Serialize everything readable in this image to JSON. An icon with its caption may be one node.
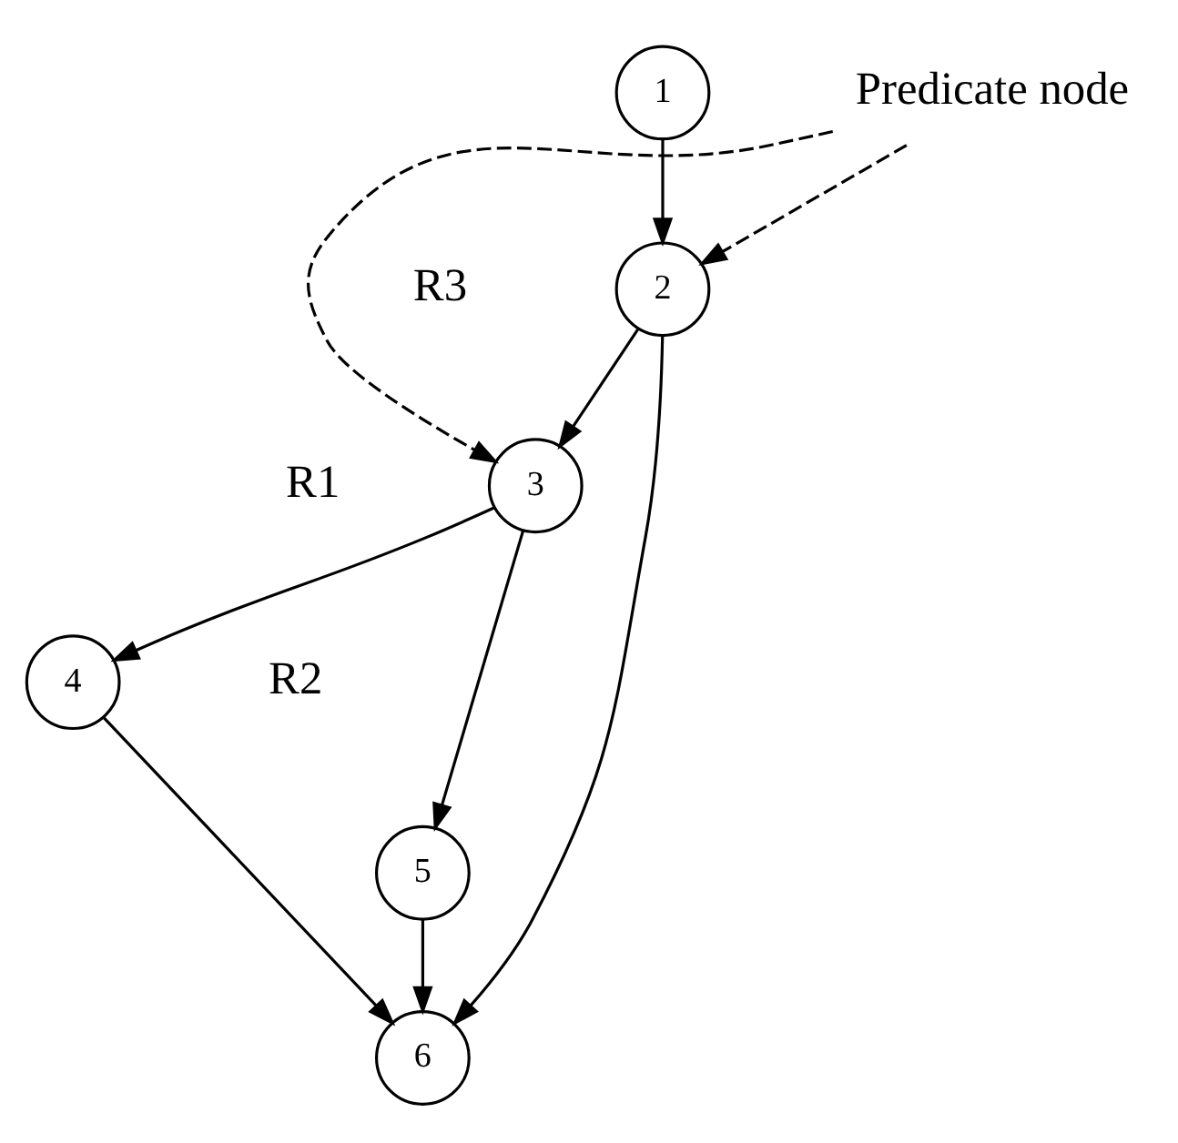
{
  "diagram": {
    "nodes": [
      {
        "text": [
          "1"
        ]
      },
      {
        "text": [
          "2"
        ]
      },
      {
        "text": [
          "3"
        ]
      },
      {
        "text": [
          "4"
        ]
      },
      {
        "text": [
          "5"
        ]
      },
      {
        "text": [
          "6"
        ]
      },
      {
        "text": [
          "Predicate node"
        ]
      }
    ],
    "edges": [
      {
        "from": 0,
        "to": 1,
        "arrow": "to"
      },
      {
        "from": 1,
        "to": 2,
        "arrow": "to"
      },
      {
        "from": 1,
        "to": 5,
        "arrow": "to"
      },
      {
        "from": 2,
        "to": 3,
        "arrow": "to"
      },
      {
        "from": 2,
        "to": 4,
        "arrow": "to"
      },
      {
        "from": 3,
        "to": 5,
        "arrow": "to"
      },
      {
        "from": 4,
        "to": 5,
        "arrow": "to"
      },
      {
        "from": 6,
        "to": 1,
        "arrow": "to",
        "style": "dashed"
      },
      {
        "from": 6,
        "to": 2,
        "arrow": "to",
        "style": "dashed"
      }
    ],
    "labels": [
      "R3",
      "R1",
      "R2"
    ]
  }
}
